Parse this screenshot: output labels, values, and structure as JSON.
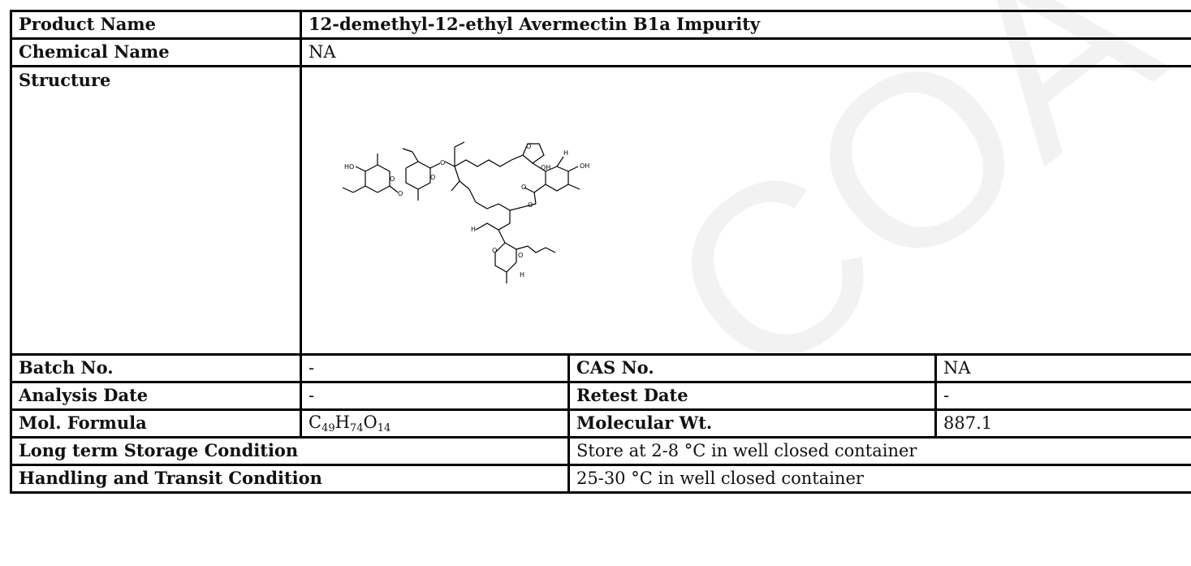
{
  "product_name": {
    "label": "Product Name",
    "value": "12-demethyl-12-ethyl Avermectin B1a Impurity"
  },
  "chemical_name": {
    "label": "Chemical Name",
    "value": "NA"
  },
  "structure": {
    "label": "Structure",
    "atom_labels": {
      "ho": "HO",
      "o": "O",
      "oh": "OH",
      "h": "H"
    }
  },
  "batch_no": {
    "label": "Batch No.",
    "value": "-"
  },
  "cas_no": {
    "label": "CAS No.",
    "value": "NA"
  },
  "analysis_date": {
    "label": "Analysis Date",
    "value": "-"
  },
  "retest_date": {
    "label": "Retest Date",
    "value": "-"
  },
  "mol_formula": {
    "label": "Mol. Formula",
    "parts": [
      {
        "el": "C",
        "n": "49"
      },
      {
        "el": "H",
        "n": "74"
      },
      {
        "el": "O",
        "n": "14"
      }
    ]
  },
  "molecular_wt": {
    "label": "Molecular Wt.",
    "value": "887.1"
  },
  "storage": {
    "label": "Long term Storage Condition",
    "value": "Store at 2-8 °C in well closed container"
  },
  "handling": {
    "label": "Handling and Transit Condition",
    "value": "25-30 °C in well closed container"
  },
  "watermark": {
    "text": "COA",
    "color": "#f2f2f2"
  }
}
